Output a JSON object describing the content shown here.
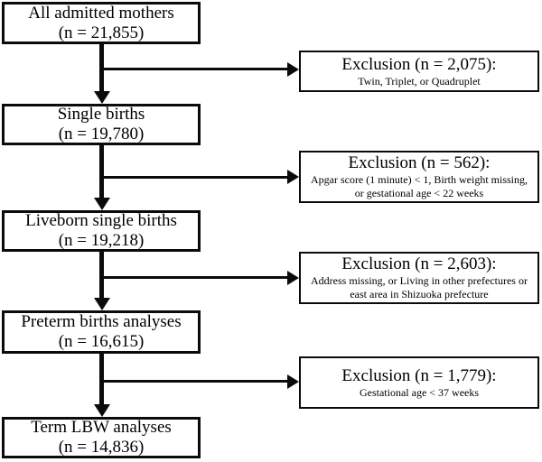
{
  "figure": {
    "type": "participant-flow-diagram",
    "background_color": "#ffffff",
    "line_color": "#000000",
    "text_color": "#000000"
  },
  "steps": [
    {
      "label": "All admitted mothers",
      "count": "(n = 21,855)"
    },
    {
      "label": "Single births",
      "count": "(n = 19,780)"
    },
    {
      "label": "Liveborn single births",
      "count": "(n = 19,218)"
    },
    {
      "label": "Preterm births analyses",
      "count": "(n = 16,615)"
    },
    {
      "label": "Term LBW analyses",
      "count": "(n = 14,836)"
    }
  ],
  "exclusions": [
    {
      "title": "Exclusion (n = 2,075):",
      "details": [
        "Twin, Triplet, or Quadruplet"
      ]
    },
    {
      "title": "Exclusion (n = 562):",
      "details": [
        "Apgar score (1 minute) < 1, Birth weight missing,",
        "or gestational age < 22 weeks"
      ]
    },
    {
      "title": "Exclusion (n = 2,603):",
      "details": [
        "Address missing, or Living in other prefectures or",
        "east area in Shizuoka prefecture"
      ]
    },
    {
      "title": "Exclusion (n = 1,779):",
      "details": [
        "Gestational age < 37 weeks"
      ]
    }
  ]
}
